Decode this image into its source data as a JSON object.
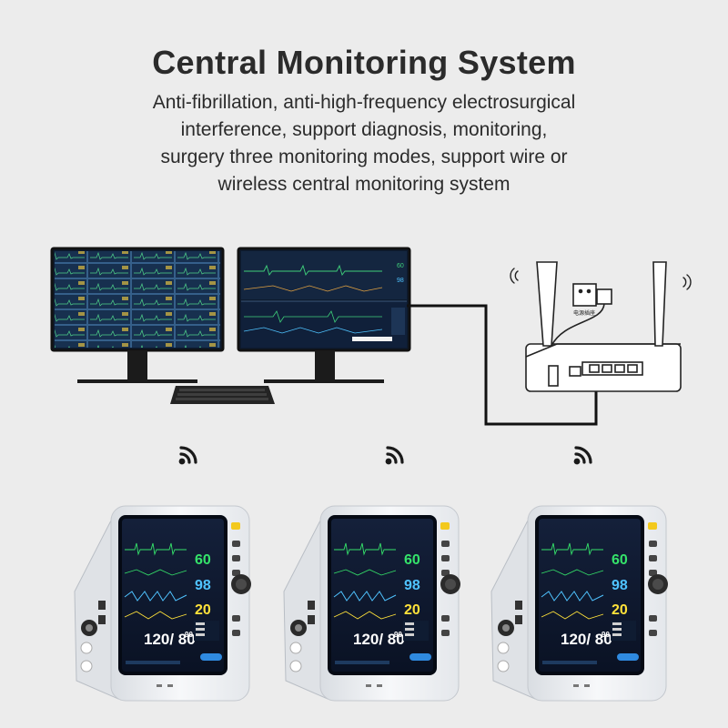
{
  "header": {
    "title": "Central Monitoring System",
    "description_lines": [
      "Anti-fibrillation, anti-high-frequency electrosurgical",
      "interference, support diagnosis, monitoring,",
      "surgery three monitoring modes, support wire or",
      "wireless central monitoring system"
    ]
  },
  "router": {
    "socket_label": "电源插座"
  },
  "patient_monitor": {
    "readings": {
      "hr": "60",
      "spo2": "98",
      "resp": "20",
      "nibp": "120/ 80",
      "map": "90"
    },
    "colors": {
      "hr": "#35e36a",
      "spo2": "#4fc3ff",
      "resp": "#ffe23a",
      "nibp": "#ffffff"
    }
  },
  "icons": [
    "wifi-signal-icon",
    "router-icon",
    "keyboard-icon",
    "monitor-icon"
  ]
}
